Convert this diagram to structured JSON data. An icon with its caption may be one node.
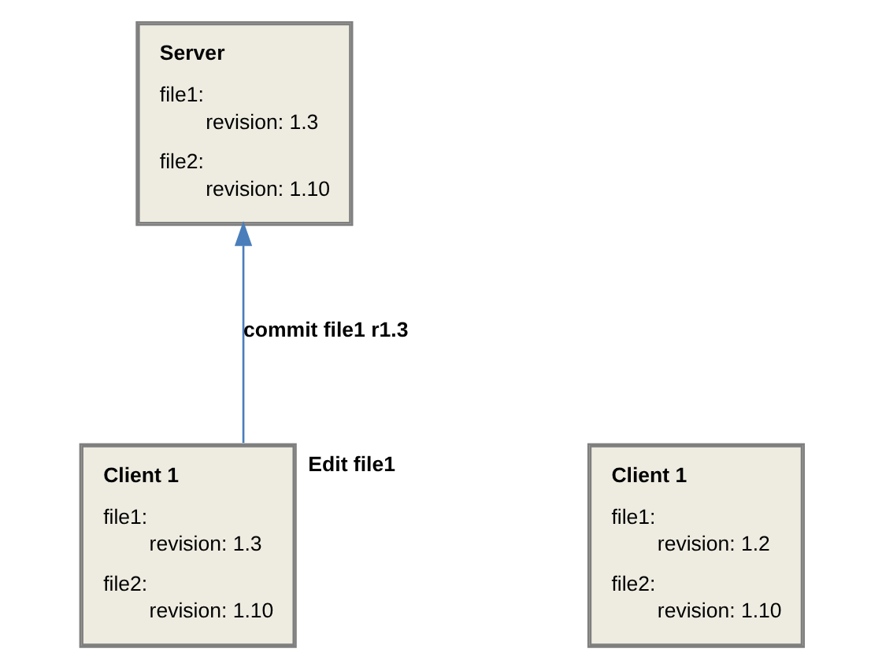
{
  "diagram": {
    "nodes": [
      {
        "text": [
          "Server",
          "file1:",
          "revision: 1.3",
          "file2:",
          "revision: 1.10"
        ]
      },
      {
        "text": [
          "Client 1",
          "file1:",
          "revision: 1.3",
          "file2:",
          "revision: 1.10"
        ],
        "beside": [
          "Edit file1"
        ]
      },
      {
        "text": [
          "Client 1",
          "file1:",
          "revision: 1.2",
          "file2:",
          "revision: 1.10"
        ]
      }
    ],
    "edges": [
      {
        "from": 1,
        "to": 0,
        "arrow": "to",
        "label": "commit file1 r1.3",
        "color": "#4a7ebb"
      }
    ]
  }
}
